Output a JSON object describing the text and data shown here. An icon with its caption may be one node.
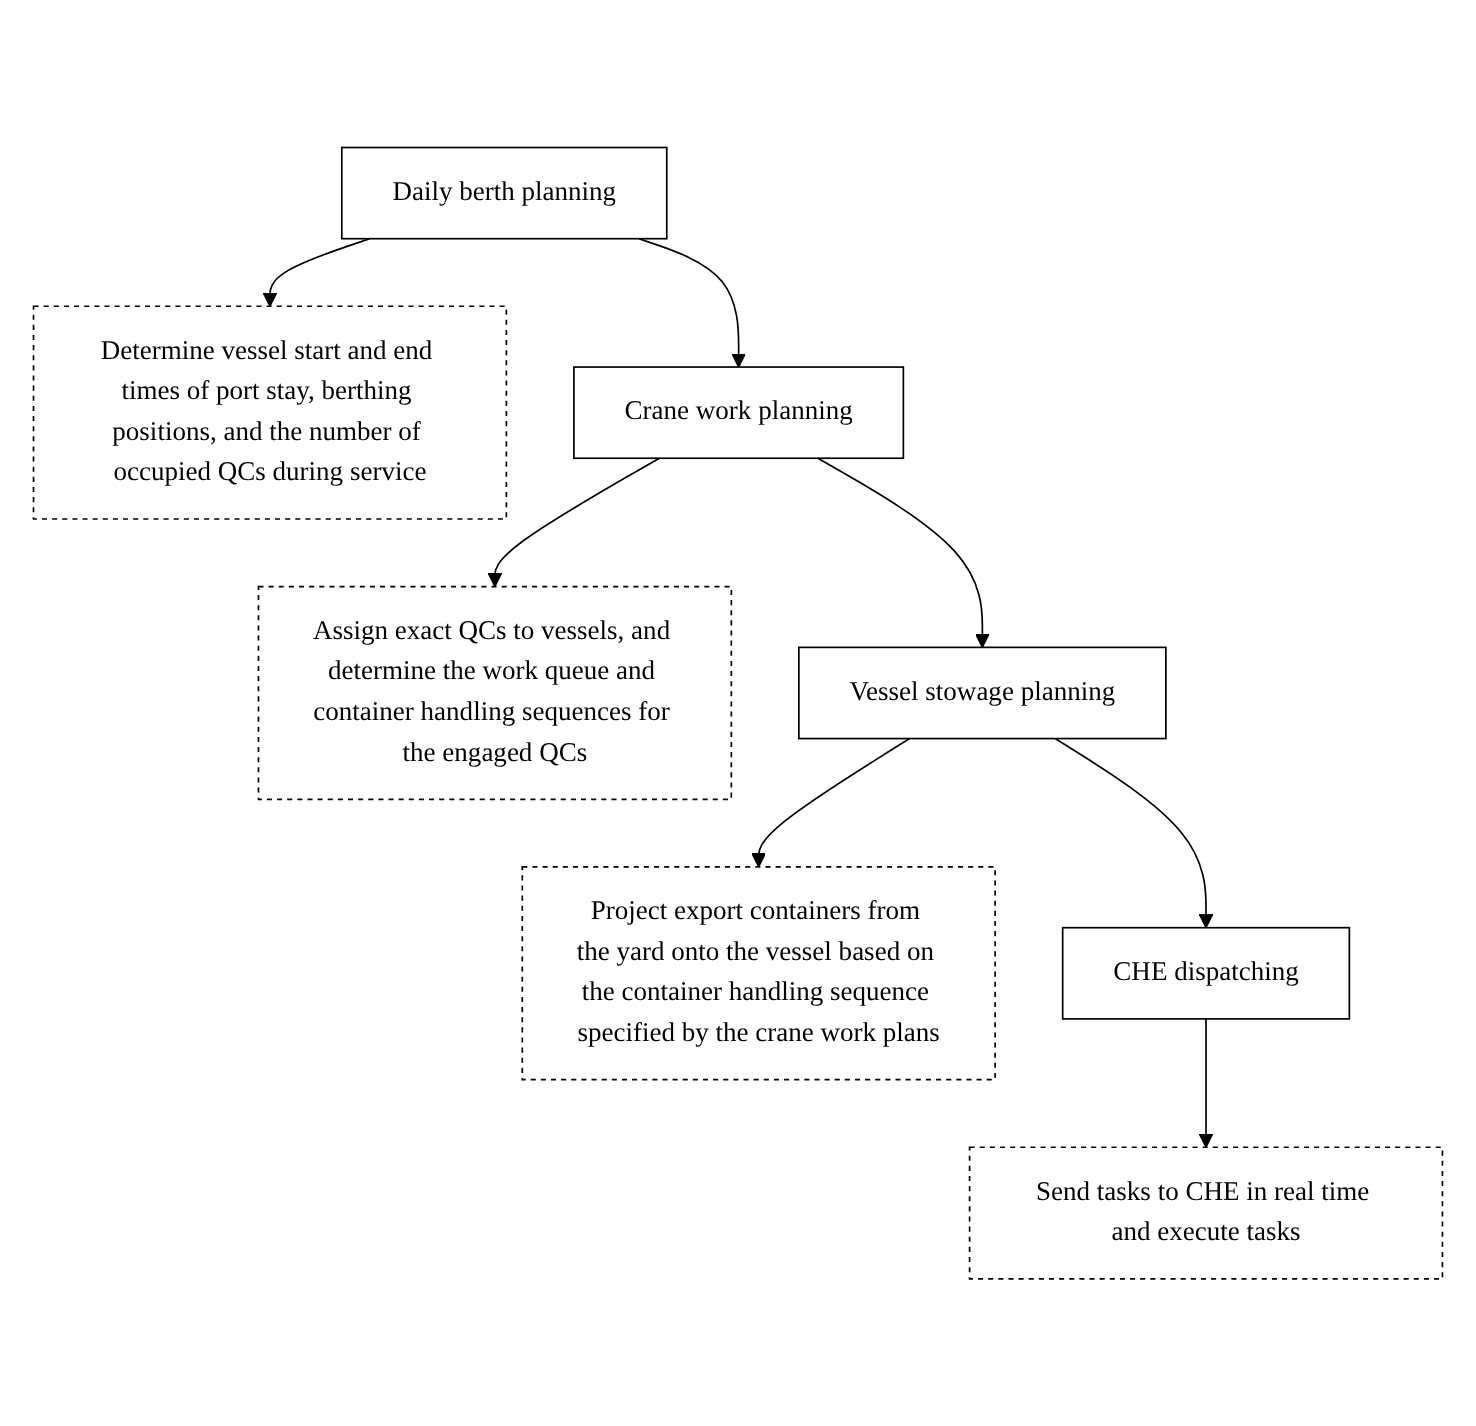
{
  "diagram": {
    "nodes": [
      {
        "text": [
          "Daily berth planning"
        ]
      },
      {
        "text": [
          "Determine vessel start and end times of port stay, berthing positions, and the number of occupied QCs during service"
        ]
      },
      {
        "text": [
          "Crane work planning"
        ]
      },
      {
        "text": [
          "Assign exact QCs to vessels, and determine the work queue and container handling sequences for the engaged QCs"
        ]
      },
      {
        "text": [
          "Vessel stowage planning"
        ]
      },
      {
        "text": [
          "Project export containers from the yard onto the vessel based on the container handling sequence specified by the crane work plans"
        ]
      },
      {
        "text": [
          "CHE dispatching"
        ]
      },
      {
        "text": [
          "Send tasks to CHE in real time and execute tasks"
        ]
      }
    ],
    "edges": [
      {
        "from": 0,
        "to": 1,
        "arrow": "to"
      },
      {
        "from": 0,
        "to": 2,
        "arrow": "to"
      },
      {
        "from": 2,
        "to": 3,
        "arrow": "to"
      },
      {
        "from": 2,
        "to": 4,
        "arrow": "to"
      },
      {
        "from": 4,
        "to": 5,
        "arrow": "to"
      },
      {
        "from": 4,
        "to": 6,
        "arrow": "to"
      },
      {
        "from": 6,
        "to": 7,
        "arrow": "to"
      }
    ]
  }
}
